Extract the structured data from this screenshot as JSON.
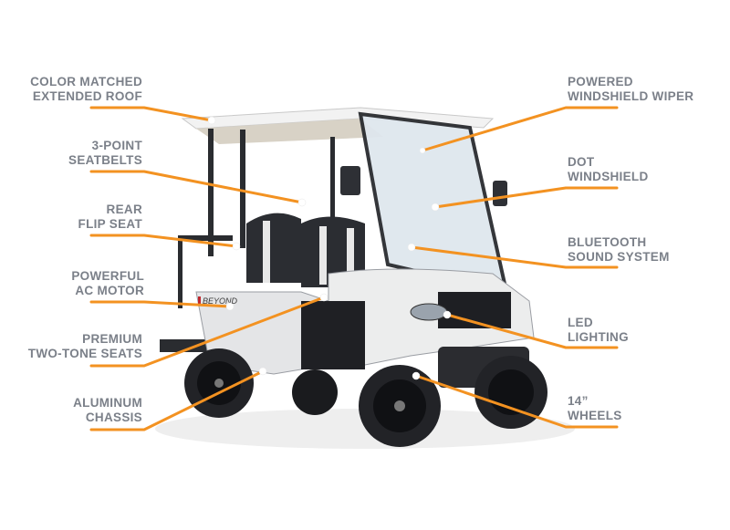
{
  "colors": {
    "accent": "#F39221",
    "label_text": "#7B8089",
    "background": "#FFFFFF"
  },
  "product": {
    "name": "Golf cart",
    "brand_badge": "BEYOND"
  },
  "callouts_left": [
    {
      "line1": "COLOR MATCHED",
      "line2": "EXTENDED ROOF"
    },
    {
      "line1": "3-POINT",
      "line2": "SEATBELTS"
    },
    {
      "line1": "REAR",
      "line2": "FLIP SEAT"
    },
    {
      "line1": "POWERFUL",
      "line2": "AC MOTOR"
    },
    {
      "line1": "PREMIUM",
      "line2": "TWO-TONE SEATS"
    },
    {
      "line1": "ALUMINUM",
      "line2": "CHASSIS"
    }
  ],
  "callouts_right": [
    {
      "line1": "POWERED",
      "line2": "WINDSHIELD WIPER"
    },
    {
      "line1": "DOT",
      "line2": "WINDSHIELD"
    },
    {
      "line1": "BLUETOOTH",
      "line2": "SOUND SYSTEM"
    },
    {
      "line1": "LED",
      "line2": "LIGHTING"
    },
    {
      "line1": "14”",
      "line2": "WHEELS"
    }
  ]
}
